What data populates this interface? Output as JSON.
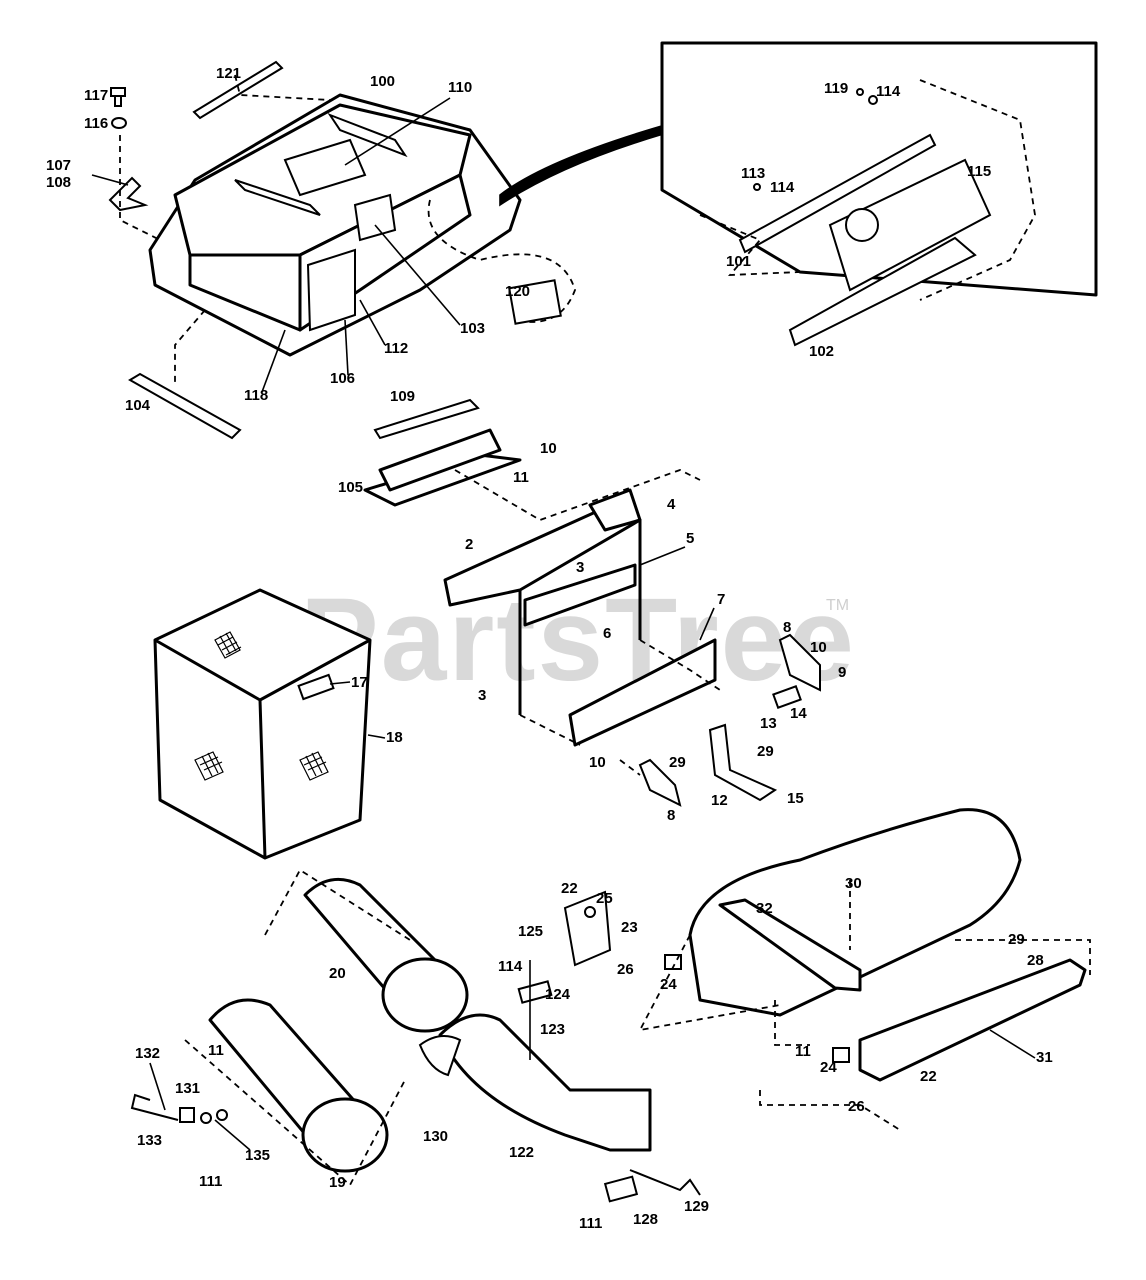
{
  "watermark": {
    "text": "PartsTree",
    "trademark": "TM"
  },
  "callouts": [
    "117",
    "116",
    "107",
    "108",
    "121",
    "100",
    "110",
    "103",
    "112",
    "106",
    "118",
    "104",
    "120",
    "119",
    "114",
    "113",
    "114",
    "115",
    "101",
    "102",
    "109",
    "10",
    "11",
    "105",
    "4",
    "2",
    "3",
    "5",
    "7",
    "6",
    "8",
    "10",
    "9",
    "3",
    "13",
    "14",
    "10",
    "29",
    "29",
    "8",
    "12",
    "15",
    "17",
    "18",
    "20",
    "19",
    "22",
    "25",
    "23",
    "125",
    "114",
    "124",
    "26",
    "24",
    "123",
    "30",
    "32",
    "29",
    "28",
    "11",
    "24",
    "22",
    "26",
    "31",
    "132",
    "11",
    "131",
    "133",
    "135",
    "111",
    "130",
    "122",
    "111",
    "128",
    "129"
  ]
}
